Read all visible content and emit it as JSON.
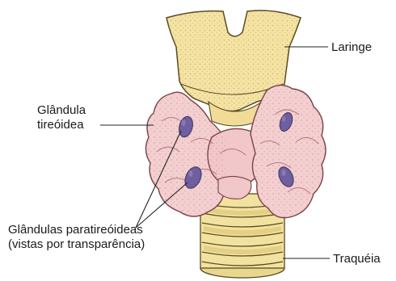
{
  "labels": {
    "laringe": "Laringe",
    "glandula_tireoidea": [
      "Glândula",
      "tireóidea"
    ],
    "glandulas_paratireoideas": [
      "Glândulas paratireóideas",
      "(vistas por transparência)"
    ],
    "traqueia": "Traquéia"
  },
  "colors": {
    "cartilage": "#f4e3a3",
    "cartilage_outline": "#5a4a20",
    "thyroid": "#f3cfd0",
    "thyroid_outline": "#7a4048",
    "parathyroid": "#6f5f9e",
    "leader_line": "#222222"
  }
}
